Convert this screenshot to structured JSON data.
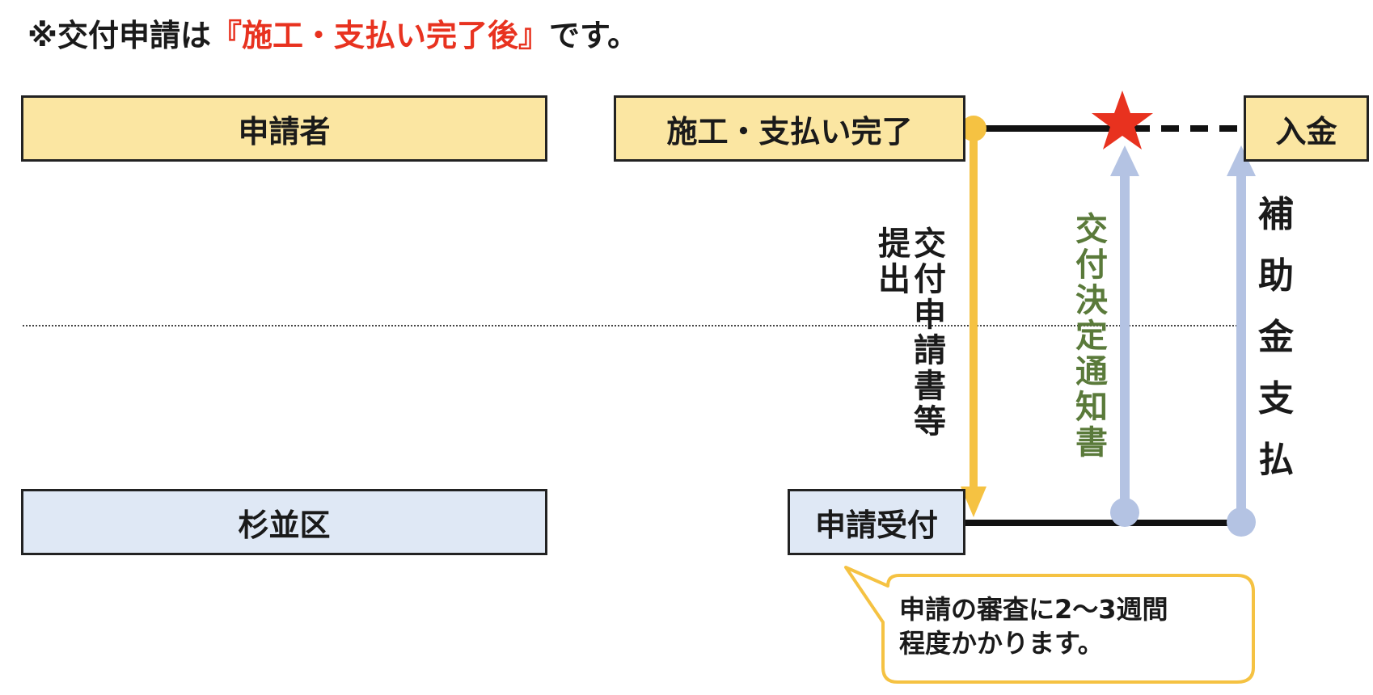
{
  "title": {
    "prefix": "※交付申請は",
    "highlight": "『施工・支払い完了後』",
    "suffix": "です。"
  },
  "lanes": {
    "applicant": "申請者",
    "ward": "杉並区"
  },
  "boxes": {
    "completion": "施工・支払い完了",
    "deposit": "入金",
    "reception": "申請受付"
  },
  "vertical_labels": {
    "submit_col1": "交付申請書等",
    "submit_col2": "提出",
    "decision": "交付決定通知書",
    "payment": "補助金支払"
  },
  "note": {
    "line1": "申請の審査に2～3週間",
    "line2": "程度かかります。"
  },
  "colors": {
    "accent_red": "#e8321f",
    "submit_arrow": "#f5c242",
    "return_arrow": "#b4c3e3",
    "applicant_fill": "#fbe6a2",
    "ward_fill": "#dfe8f5",
    "decision_text": "#5a7a3a"
  }
}
